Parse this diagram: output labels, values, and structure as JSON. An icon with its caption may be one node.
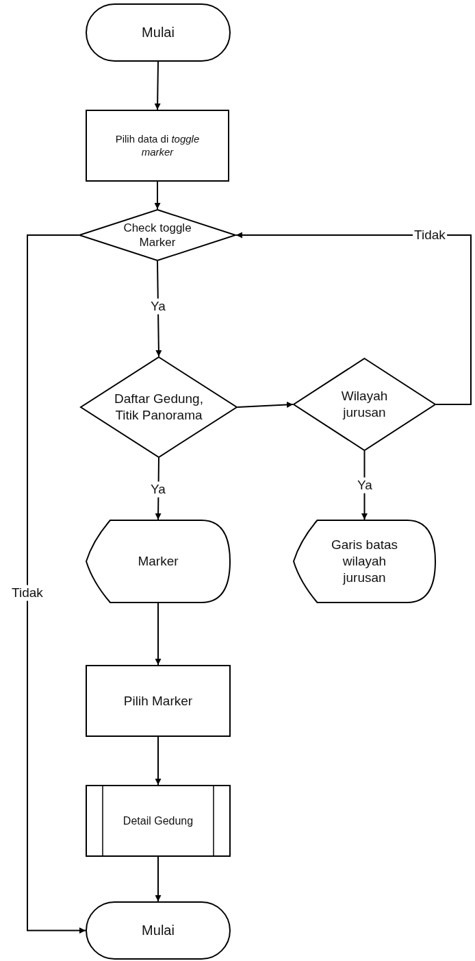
{
  "diagram": {
    "nodes": [
      {
        "text": [
          "Mulai"
        ]
      },
      {
        "text": [
          "Pilih data di *toggle marker*"
        ]
      },
      {
        "text": [
          "Check toggle Marker"
        ]
      },
      {
        "text": [
          "Daftar Gedung, Titik Panorama"
        ]
      },
      {
        "text": [
          "Wilayah jurusan"
        ]
      },
      {
        "text": [
          "Marker"
        ]
      },
      {
        "text": [
          "Garis batas wilayah jurusan"
        ]
      },
      {
        "text": [
          "Pilih Marker"
        ]
      },
      {
        "text": [
          "Detail Gedung"
        ]
      },
      {
        "text": [
          "Mulai"
        ]
      }
    ],
    "edges": [
      {
        "from": 0,
        "to": 1,
        "arrow": "to"
      },
      {
        "from": 1,
        "to": 2,
        "arrow": "to"
      },
      {
        "from": 2,
        "to": 3,
        "arrow": "to",
        "label": "Ya"
      },
      {
        "from": 3,
        "to": 4,
        "arrow": "to"
      },
      {
        "from": 3,
        "to": 5,
        "arrow": "to",
        "label": "Ya"
      },
      {
        "from": 4,
        "to": 6,
        "arrow": "to",
        "label": "Ya"
      },
      {
        "from": 4,
        "to": 2,
        "arrow": "to",
        "label": "Tidak"
      },
      {
        "from": 5,
        "to": 7,
        "arrow": "to"
      },
      {
        "from": 7,
        "to": 8,
        "arrow": "to"
      },
      {
        "from": 8,
        "to": 9,
        "arrow": "to"
      },
      {
        "from": 2,
        "to": 9,
        "arrow": "to",
        "label": "Tidak"
      }
    ]
  }
}
